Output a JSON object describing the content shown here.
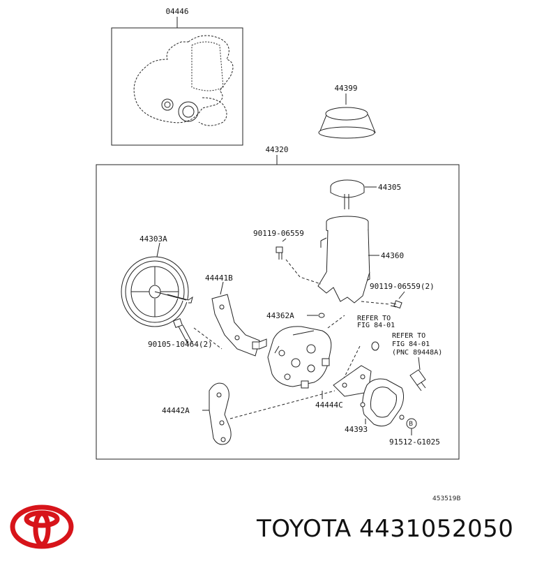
{
  "diagram": {
    "labels": {
      "gasket_kit": "04446",
      "reservoir_cap_cover": "44399",
      "pump_assy": "44320",
      "cap": "44305",
      "bolt_top": "90119-06559",
      "pulley": "44303A",
      "reservoir": "44360",
      "bracket_rear": "44441B",
      "bolt_right": "90119-06559(2)",
      "oring": "44362A",
      "refer_a_line1": "REFER TO",
      "refer_a_line2": "FIG 84-01",
      "refer_b_line1": "REFER TO",
      "refer_b_line2": "FIG 84-01",
      "refer_b_line3": "(PNC 89448A)",
      "bolt_pulley": "90105-10464(2)",
      "bracket_front": "44442A",
      "bracket_small": "44444C",
      "gasket_plate": "44393",
      "marker_b": "B",
      "stud": "91512-G1025",
      "drawing_no": "453519B"
    }
  },
  "caption": {
    "brand": "TOYOTA",
    "part_number": "4431052050"
  },
  "colors": {
    "logo_red": "#d7141a",
    "line": "#222222"
  }
}
